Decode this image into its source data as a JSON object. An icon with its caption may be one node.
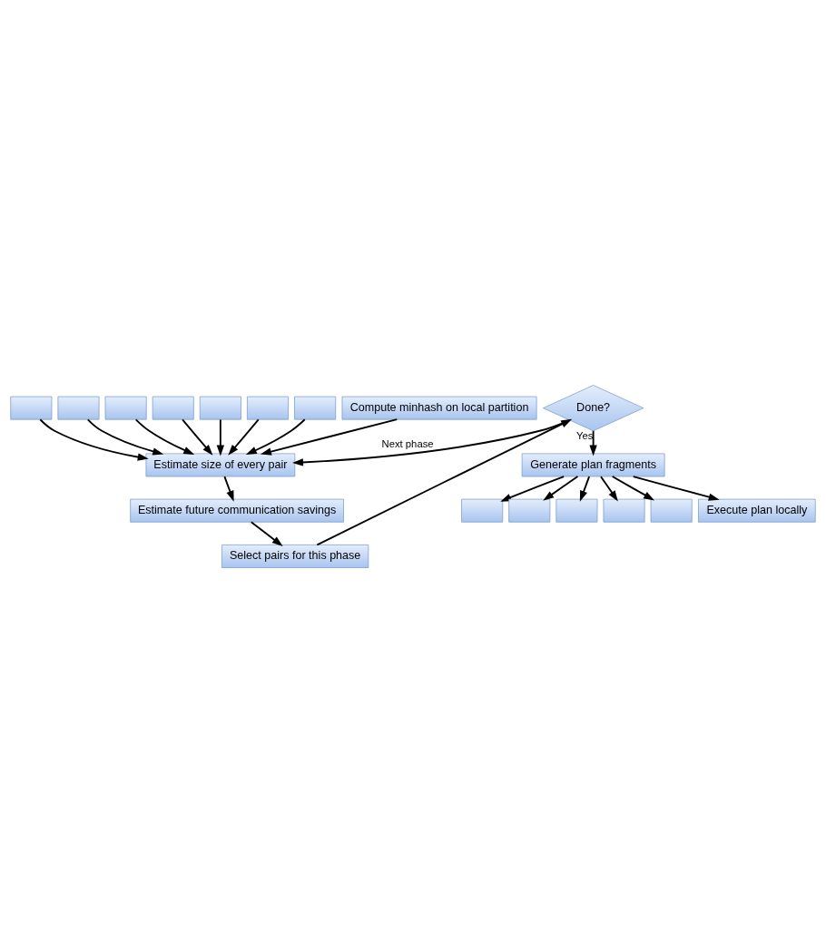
{
  "diagram": {
    "nodes": [
      {
        "text": [],
        "shape": "box"
      },
      {
        "text": [],
        "shape": "box"
      },
      {
        "text": [],
        "shape": "box"
      },
      {
        "text": [],
        "shape": "box"
      },
      {
        "text": [],
        "shape": "box"
      },
      {
        "text": [],
        "shape": "box"
      },
      {
        "text": [],
        "shape": "box"
      },
      {
        "text": [
          "Compute minhash on local partition"
        ]
      },
      {
        "text": [
          "Estimate size of every pair"
        ]
      },
      {
        "text": [
          "Estimate future communication savings"
        ]
      },
      {
        "text": [
          "Select pairs for this phase"
        ]
      },
      {
        "text": [
          "Done?"
        ]
      },
      {
        "text": [
          "Generate plan fragments"
        ]
      },
      {
        "text": [],
        "shape": "box"
      },
      {
        "text": [],
        "shape": "box"
      },
      {
        "text": [],
        "shape": "box"
      },
      {
        "text": [],
        "shape": "box"
      },
      {
        "text": [],
        "shape": "box"
      },
      {
        "text": [
          "Execute plan locally"
        ]
      }
    ],
    "edges": [
      {
        "from": 0,
        "to": 8,
        "arrow": "to"
      },
      {
        "from": 1,
        "to": 8,
        "arrow": "to"
      },
      {
        "from": 2,
        "to": 8,
        "arrow": "to"
      },
      {
        "from": 3,
        "to": 8,
        "arrow": "to"
      },
      {
        "from": 4,
        "to": 8,
        "arrow": "to"
      },
      {
        "from": 5,
        "to": 8,
        "arrow": "to"
      },
      {
        "from": 6,
        "to": 8,
        "arrow": "to"
      },
      {
        "from": 7,
        "to": 8,
        "arrow": "to"
      },
      {
        "from": 8,
        "to": 9,
        "arrow": "to"
      },
      {
        "from": 9,
        "to": 10,
        "arrow": "to"
      },
      {
        "from": 10,
        "to": 11,
        "arrow": "to"
      },
      {
        "from": 11,
        "to": 8,
        "arrow": "to",
        "label": "Next phase"
      },
      {
        "from": 11,
        "to": 12,
        "arrow": "to",
        "label": "Yes"
      },
      {
        "from": 12,
        "to": 13,
        "arrow": "to"
      },
      {
        "from": 12,
        "to": 14,
        "arrow": "to"
      },
      {
        "from": 12,
        "to": 15,
        "arrow": "to"
      },
      {
        "from": 12,
        "to": 16,
        "arrow": "to"
      },
      {
        "from": 12,
        "to": 17,
        "arrow": "to"
      },
      {
        "from": 12,
        "to": 18,
        "arrow": "to"
      }
    ]
  }
}
